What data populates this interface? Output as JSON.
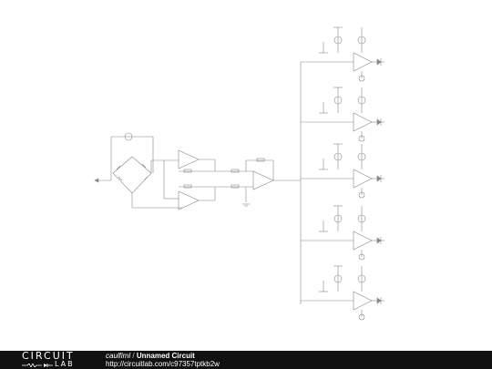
{
  "footer": {
    "logo_top": "CIRCUIT",
    "logo_bottom": "LAB",
    "author": "caulfiml",
    "separator": "/",
    "title": "Unnamed Circuit",
    "url": "http://circuitlab.com/c97357tptkb2w"
  },
  "colors": {
    "wire": "#888888",
    "component": "#777777",
    "footer_bg": "#111111",
    "footer_text": "#ffffff"
  }
}
